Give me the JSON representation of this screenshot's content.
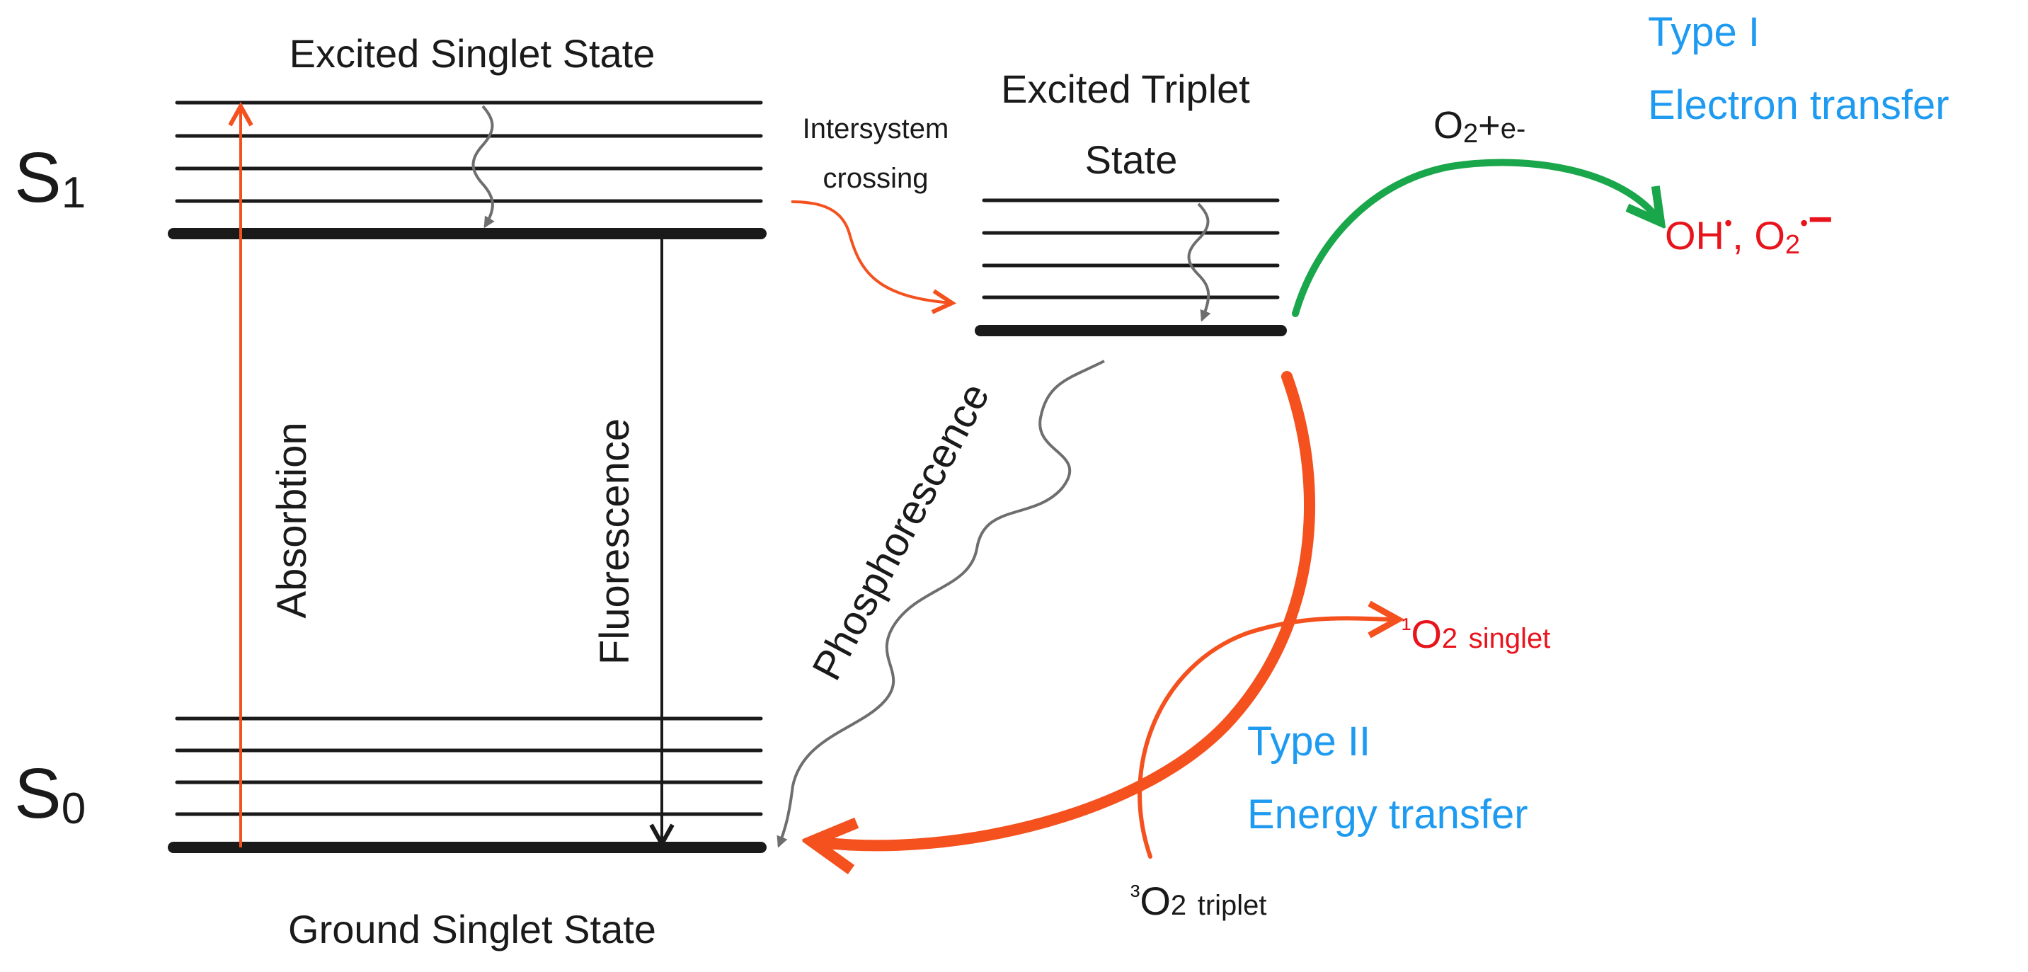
{
  "diagram": {
    "states": {
      "s1_label": {
        "main": "S",
        "sub": "1"
      },
      "s0_label": {
        "main": "S",
        "sub": "0"
      },
      "excited_singlet": "Excited Singlet State",
      "ground_singlet": "Ground Singlet State",
      "excited_triplet_line1": "Excited Triplet",
      "excited_triplet_line2": "State"
    },
    "transitions": {
      "absorption": "Absorbtion",
      "fluorescence": "Fluorescence",
      "phosphorescence": "Phosphorescence",
      "isc_line1": "Intersystem",
      "isc_line2": "crossing"
    },
    "type1": {
      "title": "Type I",
      "subtitle": "Electron transfer",
      "reactant": {
        "o2": "O",
        "o2_sub": "2",
        "plus": "+",
        "e": "e-"
      },
      "products": {
        "oh": "OH",
        "dot": "•",
        "sep": ",",
        "o2": "O",
        "o2_sub": "2",
        "radical": "•",
        "minus": "−"
      }
    },
    "type2": {
      "title": "Type II",
      "subtitle": "Energy transfer",
      "reactant": {
        "sup": "³",
        "o": "O",
        "sub": "2",
        "state": "triplet"
      },
      "product": {
        "sup": "¹",
        "o": "O",
        "sub": "2",
        "state": "singlet"
      }
    },
    "colors": {
      "black": "#1a1a1a",
      "orange": "#f4511e",
      "green": "#1aa64a",
      "blue": "#1e9bf0",
      "red": "#e8141c",
      "gray": "#6e6e6e"
    },
    "icons": {
      "wavy_relaxation": "wavy-arrow-icon",
      "arrowhead": "arrowhead-icon"
    }
  }
}
